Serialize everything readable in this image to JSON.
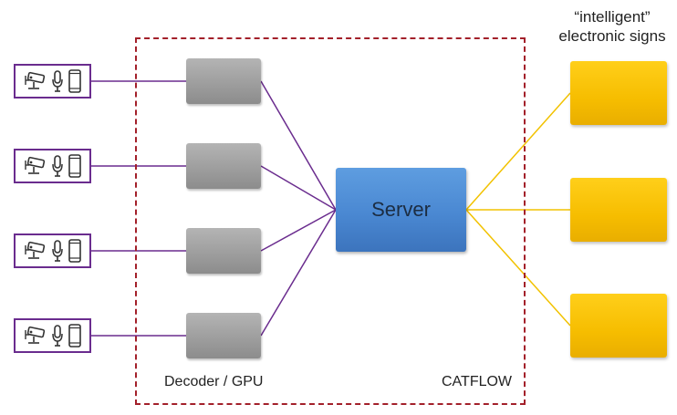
{
  "labels": {
    "decoder": "Decoder / GPU",
    "catflow": "CATFLOW",
    "server": "Server",
    "signs_line1": "“intelligent”",
    "signs_line2": "electronic signs"
  },
  "sources": [
    {
      "icons": [
        "cctv-camera-icon",
        "microphone-icon",
        "smartphone-icon"
      ]
    },
    {
      "icons": [
        "cctv-camera-icon",
        "microphone-icon",
        "smartphone-icon"
      ]
    },
    {
      "icons": [
        "cctv-camera-icon",
        "microphone-icon",
        "smartphone-icon"
      ]
    },
    {
      "icons": [
        "cctv-camera-icon",
        "microphone-icon",
        "smartphone-icon"
      ]
    }
  ],
  "decoders": [
    {},
    {},
    {},
    {}
  ],
  "signs": [
    {},
    {},
    {}
  ],
  "colors": {
    "input_links": "#6a2c8e",
    "output_links": "#f2c200",
    "boundary": "#a3202a",
    "decoder": "#9e9e9e",
    "server": "#4a88d2",
    "sign": "#f6bd00"
  }
}
